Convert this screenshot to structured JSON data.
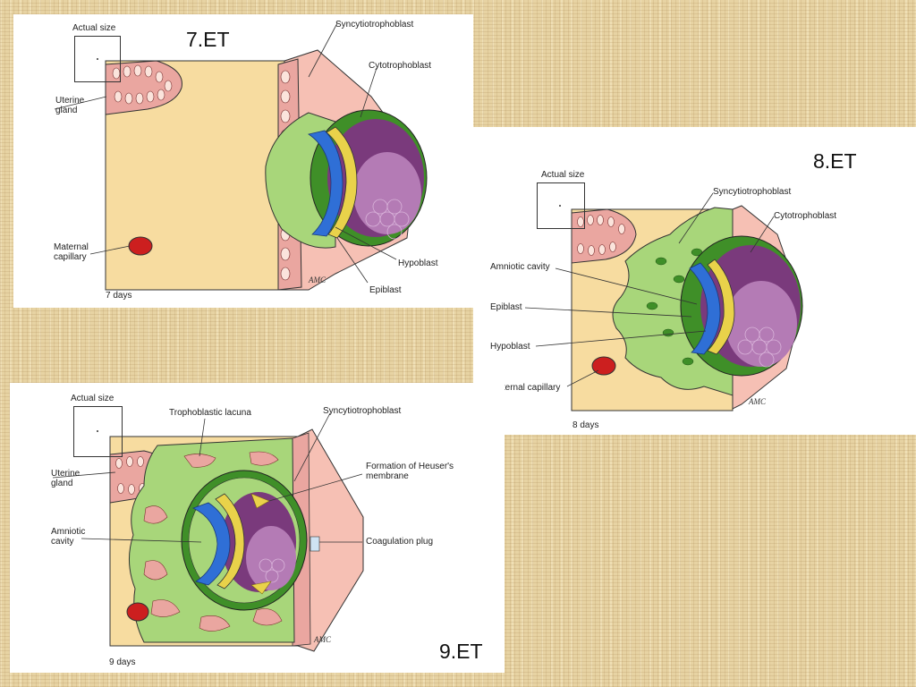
{
  "panels": [
    {
      "stage": "7.ET",
      "actual_size": "Actual size",
      "days": "7 days",
      "labels": {
        "uterine_gland": "Uterine gland",
        "maternal_capillary": "Maternal capillary",
        "syncytiotrophoblast": "Syncytiotrophoblast",
        "cytotrophoblast": "Cytotrophoblast",
        "hypoblast": "Hypoblast",
        "epiblast": "Epiblast"
      }
    },
    {
      "stage": "8.ET",
      "actual_size": "Actual size",
      "days": "8 days",
      "labels": {
        "syncytiotrophoblast": "Syncytiotrophoblast",
        "cytotrophoblast": "Cytotrophoblast",
        "amniotic_cavity": "Amniotic cavity",
        "epiblast": "Epiblast",
        "hypoblast": "Hypoblast",
        "maternal_capillary": "Maternal capillary"
      }
    },
    {
      "stage": "9.ET",
      "actual_size": "Actual size",
      "days": "9 days",
      "labels": {
        "trophoblastic_lacuna": "Trophoblastic lacuna",
        "syncytiotrophoblast": "Syncytiotrophoblast",
        "heusers_membrane": "Formation of Heuser's membrane",
        "uterine_gland": "Uterine gland",
        "amniotic_cavity": "Amniotic cavity",
        "coagulation_plug": "Coagulation plug"
      }
    }
  ],
  "colors": {
    "endometrium": "#f7dca0",
    "syncytiotrophoblast": "#a8d67a",
    "cytotrophoblast": "#3f8f28",
    "epiblast": "#2f6fd6",
    "hypoblast": "#e9d24a",
    "blastocyst_cavity": "#7a3a7c",
    "gland": "#eaa6a0",
    "capillary": "#cc1f1f"
  }
}
